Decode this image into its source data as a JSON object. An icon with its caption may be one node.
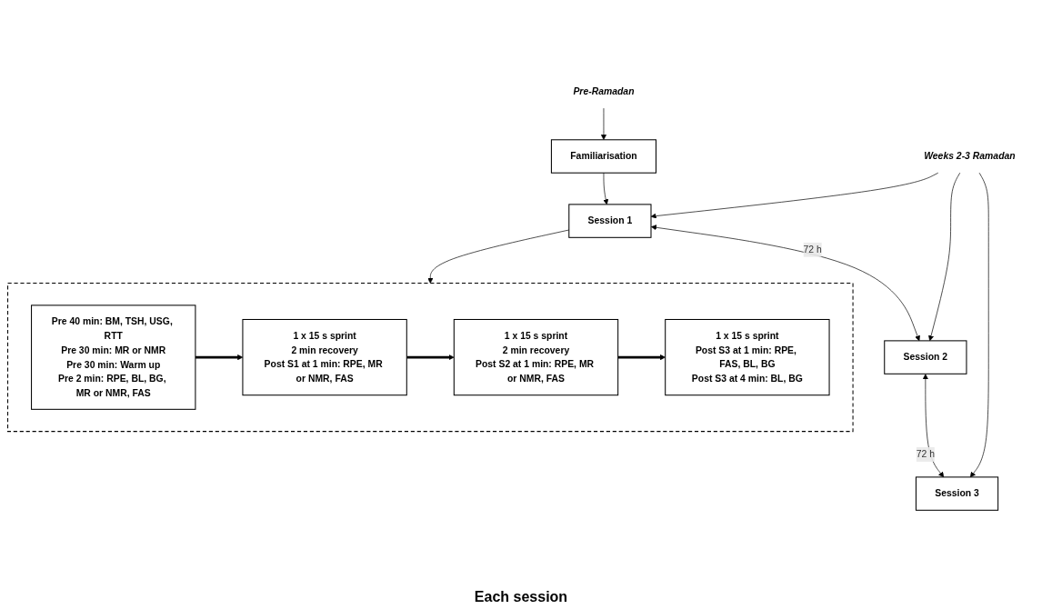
{
  "diagram": {
    "nodes": [
      {
        "text": [
          "Pre-Ramadan"
        ]
      },
      {
        "text": [
          "Weeks 2-3 Ramadan"
        ]
      },
      {
        "text": [
          "Familiarisation"
        ]
      },
      {
        "text": [
          "Session 1"
        ]
      },
      {
        "text": [
          "Session 2"
        ]
      },
      {
        "text": [
          "Session 3"
        ]
      },
      {
        "text": [],
        "shape": "box"
      },
      {
        "text": [
          "Pre 40 min: BM, TSH, USG, RTT",
          "Pre 30 min: MR or NMR",
          "Pre 30 min: Warm up",
          "Pre 2 min: RPE, BL, BG, MR or NMR, FAS"
        ],
        "in": 6
      },
      {
        "text": [
          "1 x 15 s sprint",
          "2 min recovery",
          "Post S1 at 1 min: RPE, MR or NMR, FAS"
        ],
        "in": 6
      },
      {
        "text": [
          "1 x 15 s sprint",
          "2 min recovery",
          "Post S2 at 1 min: RPE, MR or NMR, FAS"
        ],
        "in": 6
      },
      {
        "text": [
          "1 x 15 s sprint",
          "Post S3 at 1 min: RPE, FAS, BL, BG",
          "Post S3 at 4 min: BL, BG"
        ],
        "in": 6
      }
    ],
    "edges": [
      {
        "from": 0,
        "to": 2,
        "arrow": "to"
      },
      {
        "from": 1,
        "to": 3,
        "arrow": "to"
      },
      {
        "from": 1,
        "to": 4,
        "arrow": "to"
      },
      {
        "from": 1,
        "to": 5,
        "arrow": "to"
      },
      {
        "from": 2,
        "to": 3,
        "arrow": "to"
      },
      {
        "from": 3,
        "to": 4,
        "arrow": "both",
        "label": "72 h"
      },
      {
        "from": 4,
        "to": 5,
        "arrow": "both",
        "label": "72 h"
      },
      {
        "from": 3,
        "to": 6,
        "arrow": "to"
      },
      {
        "from": 7,
        "to": 8,
        "arrow": "to",
        "style": "thick"
      },
      {
        "from": 8,
        "to": 9,
        "arrow": "to",
        "style": "thick"
      },
      {
        "from": 9,
        "to": 10,
        "arrow": "to",
        "style": "thick"
      }
    ],
    "labels": [
      "Each session"
    ]
  }
}
